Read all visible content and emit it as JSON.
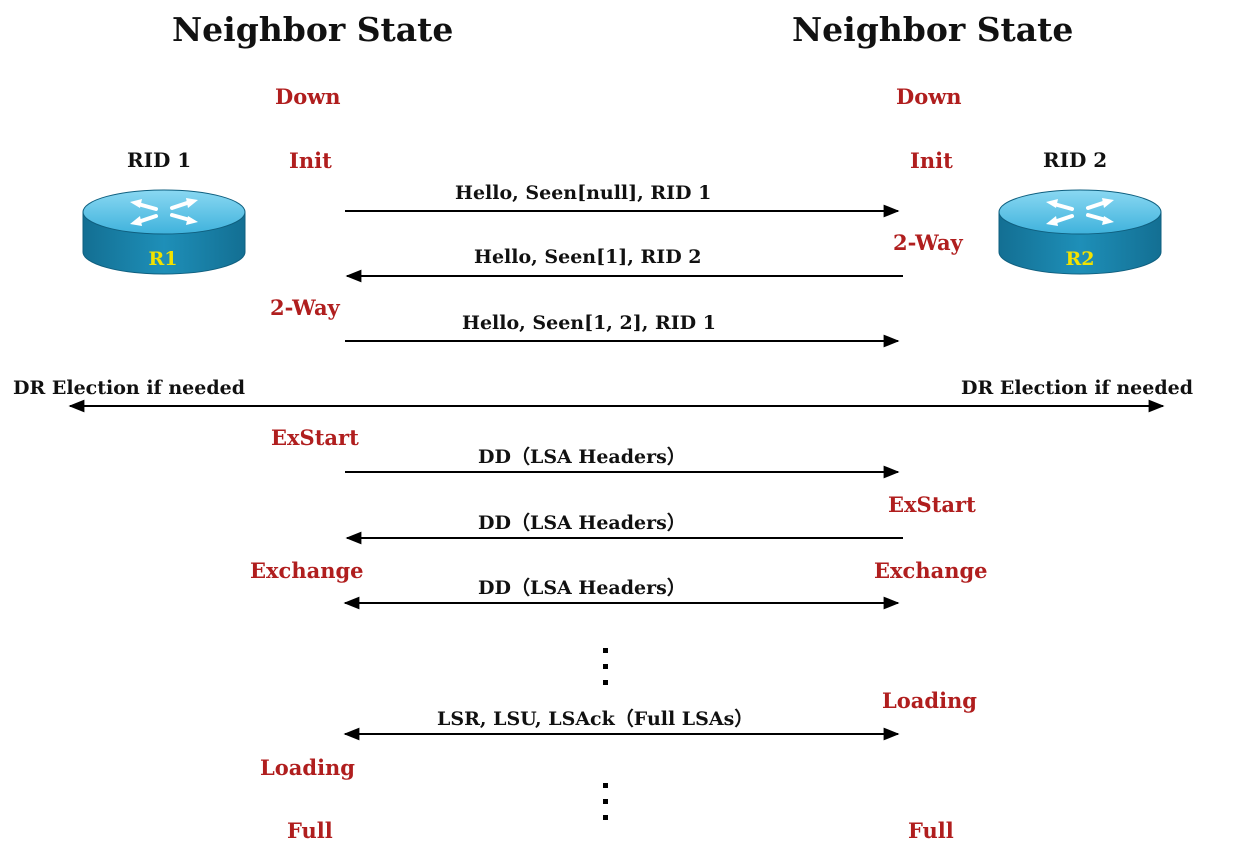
{
  "headings": {
    "left": "Neighbor State",
    "right": "Neighbor State"
  },
  "routers": {
    "r1": {
      "rid": "RID 1",
      "name": "R1"
    },
    "r2": {
      "rid": "RID 2",
      "name": "R2"
    }
  },
  "states_left": {
    "down": "Down",
    "init": "Init",
    "two_way": "2-Way",
    "exstart": "ExStart",
    "exchange": "Exchange",
    "loading": "Loading",
    "full": "Full"
  },
  "states_right": {
    "down": "Down",
    "init": "Init",
    "two_way": "2-Way",
    "exstart": "ExStart",
    "exchange": "Exchange",
    "loading": "Loading",
    "full": "Full"
  },
  "messages": {
    "hello1": "Hello, Seen[null], RID 1",
    "hello2": "Hello, Seen[1], RID 2",
    "hello3": "Hello, Seen[1, 2], RID 1",
    "dd1": "DD（LSA Headers）",
    "dd2": "DD（LSA Headers）",
    "dd3": "DD（LSA Headers）",
    "lsr": "LSR, LSU, LSAck（Full LSAs）"
  },
  "dr_election": {
    "left": "DR Election if needed",
    "right": "DR Election if needed"
  },
  "colors": {
    "state_text": "#b01e1e",
    "router_body": "#1e8fb8",
    "router_top": "#5cc4e8",
    "router_label": "#f2e200",
    "arrow": "#000000"
  },
  "icons": {
    "router": "router-icon",
    "ellipsis": "vertical-ellipsis-icon"
  }
}
